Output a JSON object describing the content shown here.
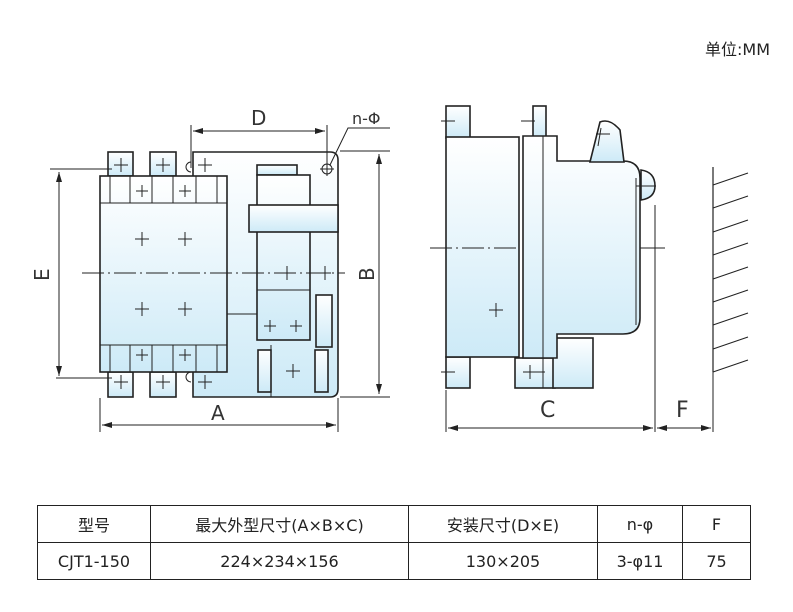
{
  "unit_label": "单位:MM",
  "dimensions": {
    "A": "A",
    "B": "B",
    "C": "C",
    "D": "D",
    "E": "E",
    "F": "F",
    "hole": "n-Φ"
  },
  "table": {
    "headers": [
      "型号",
      "最大外型尺寸(A×B×C)",
      "安装尺寸(D×E)",
      "n-φ",
      "F"
    ],
    "row": [
      "CJT1-150",
      "224×234×156",
      "130×205",
      "3-φ11",
      "75"
    ]
  },
  "colors": {
    "fill_top": "#ffffff",
    "fill_bottom": "#cdeaf7",
    "line": "#222222"
  }
}
